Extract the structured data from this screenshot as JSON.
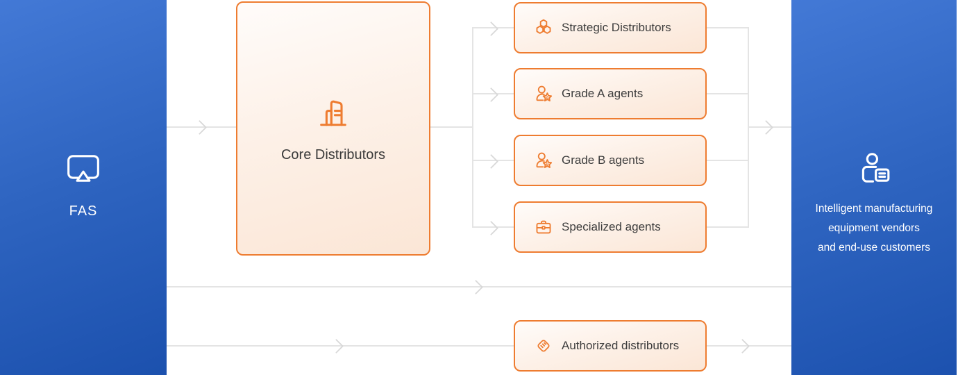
{
  "left_panel": {
    "label": "FAS",
    "icon": "cast-screen-icon"
  },
  "core_node": {
    "label": "Core Distributors",
    "icon": "building-icon"
  },
  "channel_nodes": [
    {
      "label": "Strategic Distributors",
      "icon": "hexagon-cluster-icon"
    },
    {
      "label": "Grade A agents",
      "icon": "agent-star-badge-icon",
      "badge": "A"
    },
    {
      "label": "Grade B agents",
      "icon": "agent-star-badge-icon",
      "badge": "B"
    },
    {
      "label": "Specialized agents",
      "icon": "briefcase-icon"
    }
  ],
  "authorized_node": {
    "label": "Authorized distributors",
    "icon": "handshake-icon"
  },
  "right_panel": {
    "icon": "customer-id-card-icon",
    "line1": "Intelligent manufacturing",
    "line2": "equipment vendors",
    "line3": "and end-use customers"
  },
  "colors": {
    "panel_blue_top": "#4379d6",
    "panel_blue_bottom": "#1b50ad",
    "node_border_orange": "#ee7c30",
    "node_fill_top": "#fffcfa",
    "node_fill_bottom": "#fbe6d6",
    "connector_gray": "#e4e4e4",
    "arrow_gray": "#d8d8d8",
    "label_dark": "#3c3c3c",
    "panel_text": "#ffffff"
  }
}
